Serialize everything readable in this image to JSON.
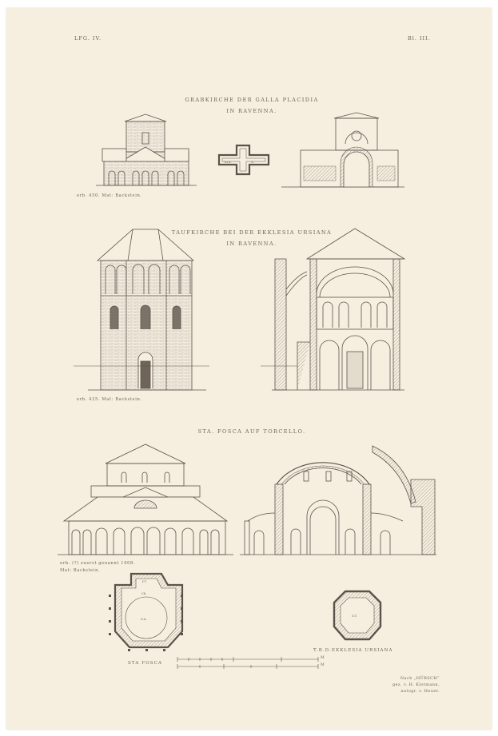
{
  "plate": {
    "series": "LFG. IV.",
    "number": "Bl. III."
  },
  "sections": [
    {
      "title_line1": "GRABKIRCHE DER GALLA PLACIDIA",
      "title_line2": "IN RAVENNA.",
      "caption": "erb. 450.   Mat: Backstein.",
      "plan_labels": [
        "m.a.",
        "S."
      ]
    },
    {
      "title_line1": "TAUFKIRCHE BEI DER EKKLESIA URSIANA",
      "title_line2": "IN RAVENNA.",
      "caption": "erb. 425.   Mat: Backstein."
    },
    {
      "title_line1": "STA. FOSCA AUF TORCELLO.",
      "caption_line1": "erb. (?) zuerst genannt 1008.",
      "caption_line2": "Mat: Backstein.",
      "plan_labels": [
        "f.T.",
        "Ch.",
        "S.A."
      ]
    }
  ],
  "plans": {
    "fosca_label": "STA FOSCA",
    "baptistery_label": "T.B.D.EKKLESIA URSIANA",
    "baptistery_mark": "S.T."
  },
  "scale": {
    "upper_end": "M",
    "lower_end": "M"
  },
  "credit": {
    "line1": "Nach „HÜBSCH”",
    "line2": "gez. v. H. Klotmann,",
    "line3": "autogr. v. Heuer."
  },
  "colors": {
    "paper": "#f6efdf",
    "ink": "#5a534b",
    "hatch": "#8a8177"
  }
}
